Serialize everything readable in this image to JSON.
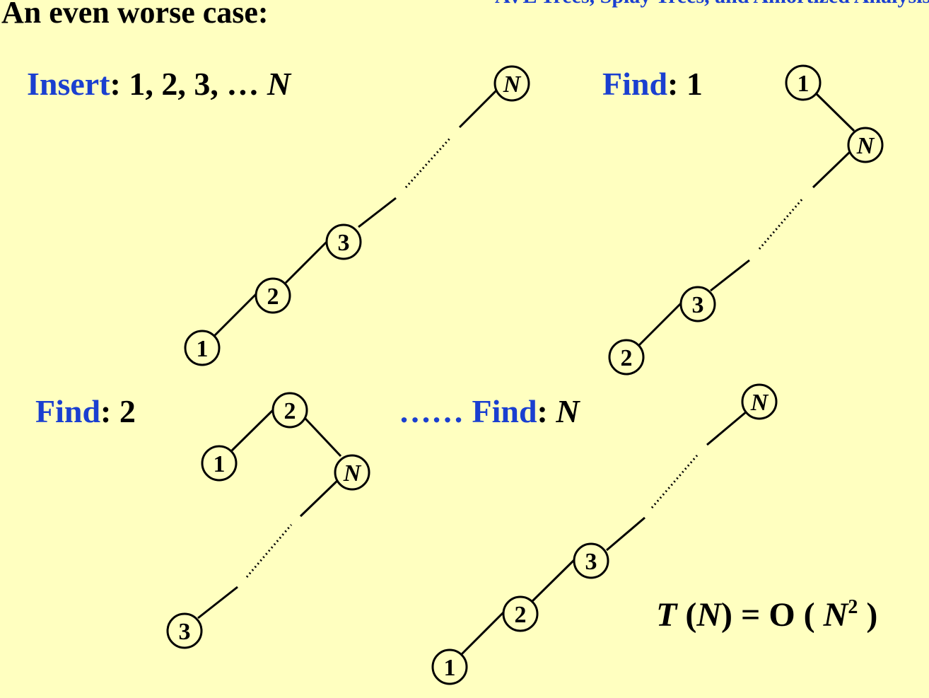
{
  "header": {
    "title": "An even worse case:",
    "right": "AVL Trees, Splay Trees, and Amortized Analysis"
  },
  "panels": {
    "insert": {
      "keyword": "Insert",
      "sep": ": ",
      "value": "1, 2, 3, … ",
      "var": "N"
    },
    "find1": {
      "keyword": "Find",
      "sep": ": ",
      "value": "1"
    },
    "find2": {
      "keyword": "Find",
      "sep": ": ",
      "value": "2"
    },
    "findN": {
      "prefix": "…… ",
      "keyword": "Find",
      "sep": ": ",
      "var": "N"
    }
  },
  "node_labels": {
    "one": "1",
    "two": "2",
    "three": "3",
    "n": "N"
  },
  "formula": {
    "t": "T",
    "open": " (",
    "n": "N",
    "close": ") = ",
    "o": "O",
    "paren_open": " ( ",
    "n2": "N",
    "exp": "2",
    "paren_close": " )"
  },
  "colors": {
    "background": "#ffffc0",
    "keyword": "#1a3fd0",
    "text": "#000000"
  }
}
